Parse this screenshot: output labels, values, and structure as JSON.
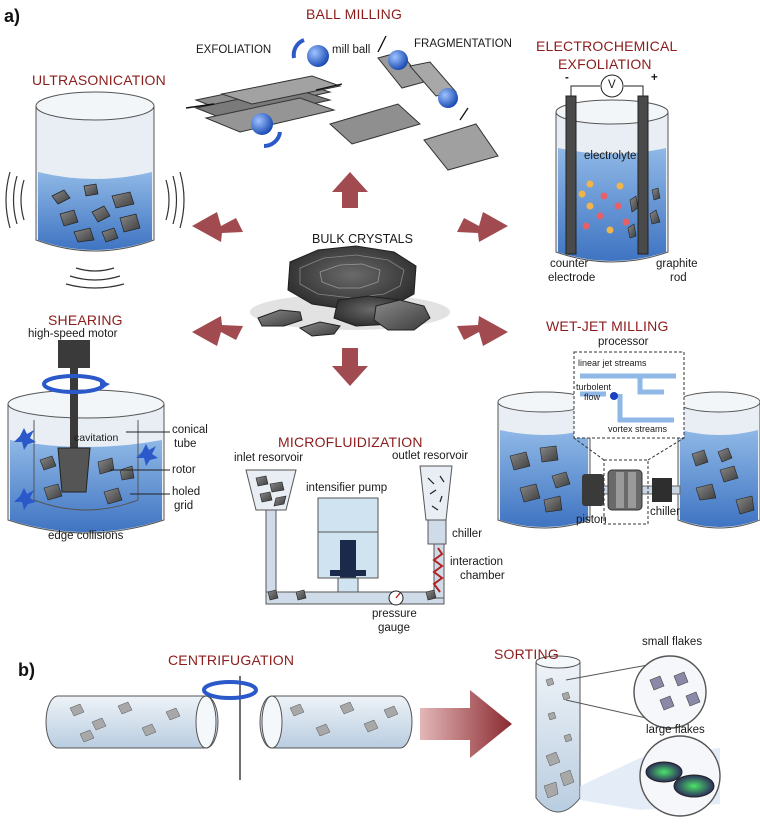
{
  "panels": {
    "a": "a)",
    "b": "b)"
  },
  "titles": {
    "ball_milling": "BALL MILLING",
    "ultrasonication": "ULTRASONICATION",
    "electrochemical_line1": "ELECTROCHEMICAL",
    "electrochemical_line2": "EXFOLIATION",
    "bulk_crystals": "BULK CRYSTALS",
    "shearing": "SHEARING",
    "wet_jet_milling": "WET-JET MILLING",
    "microfluidization": "MICROFLUIDIZATION",
    "centrifugation": "CENTRIFUGATION",
    "sorting": "SORTING"
  },
  "ball_milling": {
    "exfoliation": "EXFOLIATION",
    "mill_ball": "mill ball",
    "fragmentation": "FRAGMENTATION"
  },
  "electrochemical": {
    "minus": "-",
    "plus": "+",
    "voltmeter": "V",
    "electrolyte": "electrolyte",
    "counter_line1": "counter",
    "counter_line2": "electrode",
    "graphite_line1": "graphite",
    "graphite_line2": "rod"
  },
  "shearing": {
    "motor": "high-speed motor",
    "cavitation": "cavitation",
    "conical_line1": "conical",
    "conical_line2": "tube",
    "rotor": "rotor",
    "holed_line1": "holed",
    "holed_line2": "grid",
    "edge_collisions": "edge collisions"
  },
  "wet_jet": {
    "processor": "processor",
    "linear_jet": "linear jet streams",
    "turbolent_line1": "turbolent",
    "turbolent_line2": "flow",
    "vortex": "vortex streams",
    "piston": "piston",
    "chiller": "chiller"
  },
  "microfluidization": {
    "inlet": "inlet resorvoir",
    "outlet": "outlet resorvoir",
    "pump": "intensifier pump",
    "chiller": "chiller",
    "interaction_line1": "interaction",
    "interaction_line2": "chamber",
    "pressure_line1": "pressure",
    "pressure_line2": "gauge"
  },
  "sorting": {
    "small": "small flakes",
    "large": "large flakes"
  },
  "colors": {
    "title_red": "#8c1c1c",
    "arrow_red": "#a84a4e",
    "liquid": "#6f9fd6",
    "glass": "#d9e4ee"
  }
}
